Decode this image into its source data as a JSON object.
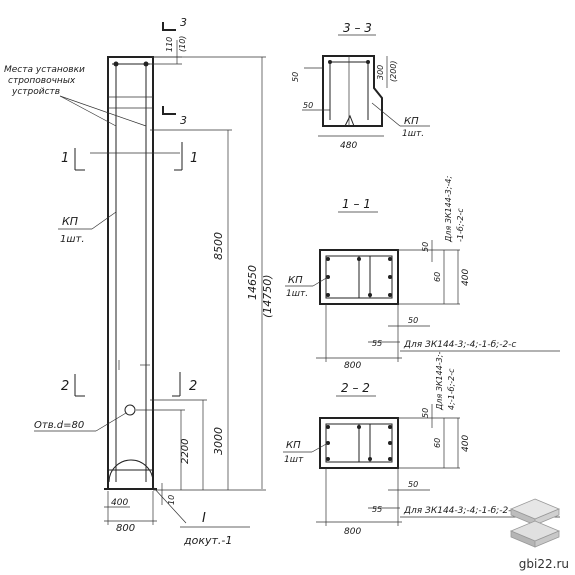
{
  "labels": {
    "mounting_note": [
      "Места установки",
      "строповочных",
      "устройств"
    ],
    "kp_main": "КП",
    "kp_main_qty": "1шт.",
    "hole": "Отв.d=80",
    "doc_ref_num": "I",
    "doc_ref": "докут.-1",
    "dim_top_small": "110",
    "dim_top_small_alt": "(10)",
    "dim_total": "14650",
    "dim_total_alt": "(14750)",
    "dim_mid": "8500",
    "dim_3000": "3000",
    "dim_2200": "2200",
    "dim_10": "10",
    "dim_400_base": "400",
    "dim_800_base": "800",
    "cut_3": "3",
    "cut_1": "1",
    "cut_2": "2"
  },
  "section_33": {
    "title": "3 – 3",
    "dim_50a": "50",
    "dim_50b": "50",
    "dim_300": "300",
    "dim_300_alt": "(200)",
    "dim_480": "480",
    "kp": "КП",
    "kp_qty": "1шт."
  },
  "section_11": {
    "title": "1 – 1",
    "kp": "КП",
    "kp_qty": "1шт.",
    "dim_50": "50",
    "dim_60": "60",
    "dim_400": "400",
    "dim_50b": "50",
    "dim_55": "55",
    "dim_800": "800",
    "note_right": [
      "Для ЗК144-3;-4;",
      "-1-б;-2-с"
    ],
    "note_bottom": "Для ЗК144-3;-4;-1-б;-2-с"
  },
  "section_22": {
    "title": "2 – 2",
    "kp": "КП",
    "kp_qty": "1шт",
    "dim_50": "50",
    "dim_60": "60",
    "dim_400": "400",
    "dim_50b": "50",
    "dim_55": "55",
    "dim_800": "800",
    "note_right": [
      "Для ЗК144-3;-",
      "4;-1-б;-2-с"
    ],
    "note_bottom": "Для ЗК144-3;-4;-1-б;-2-с"
  },
  "watermark": "gbi22.ru"
}
